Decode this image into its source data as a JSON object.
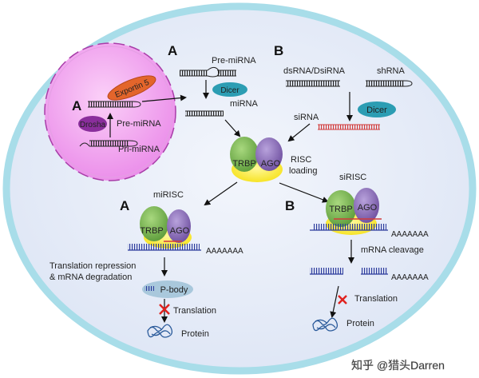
{
  "labels": {
    "path_a_top": "A",
    "path_b_top": "B",
    "nucleus_a": "A",
    "pre_mirna_top": "Pre-miRNA",
    "dicer_left": "Dicer",
    "mirna": "miRNA",
    "dsrna": "dsRNA/DsiRNA",
    "shrna": "shRNA",
    "dicer_right": "Dicer",
    "sirna": "siRNA",
    "exportin": "Exportin 5",
    "drosha": "Drosha",
    "pre_mirna_nucleus": "Pre-miRNA",
    "pri_mirna": "Pri-miRNA",
    "trbp_center": "TRBP",
    "ago_center": "AGO",
    "risc_loading_1": "RISC",
    "risc_loading_2": "loading",
    "path_a_bottom": "A",
    "path_b_bottom": "B",
    "mirisc": "miRISC",
    "sirisc": "siRISC",
    "trbp_left": "TRBP",
    "ago_left": "AGO",
    "trbp_right": "TRBP",
    "ago_right": "AGO",
    "polya_left": "AAAAAAA",
    "polya_right": "AAAAAAA",
    "polya_right2": "AAAAAAA",
    "translation_repression_1": "Translation repression",
    "translation_repression_2": "& mRNA degradation",
    "p_body": "P-body",
    "translation_left": "Translation",
    "protein_left": "Protein",
    "mrna_cleavage": "mRNA cleavage",
    "translation_right": "Translation",
    "protein_right": "Protein",
    "watermark": "知乎 @猎头Darren"
  },
  "colors": {
    "cell_fill": "#e6ecf8",
    "cell_border": "#9fd8e6",
    "nucleus_fill": "#ef9ff0",
    "dicer": "#2c9db3",
    "exportin": "#e2642a",
    "drosha": "#8a2e9c",
    "trbp": "#76b052",
    "ago": "#8b6db5",
    "yellow": "#ffe93a",
    "rna": "#2a2a2a",
    "mrna": "#2b3a9c",
    "sirna": "#d23a3a",
    "pbody": "#a9c8dc"
  }
}
